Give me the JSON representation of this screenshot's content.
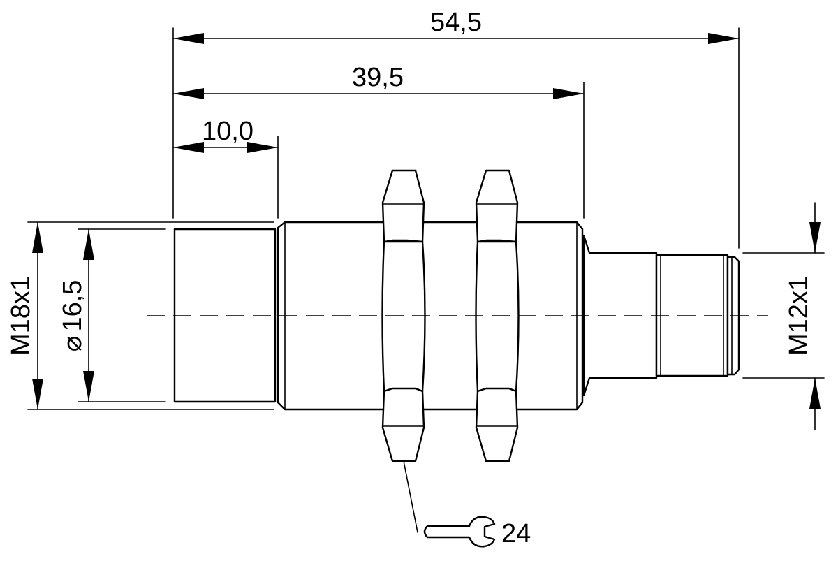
{
  "dimensions": {
    "overall_length": "54,5",
    "thread_length": "39,5",
    "front_length": "10,0",
    "housing_thread": "M18x1",
    "face_diameter_symbol": "⌀",
    "face_diameter_value": "16,5",
    "connector_thread": "M12x1",
    "wrench_size": "24"
  }
}
